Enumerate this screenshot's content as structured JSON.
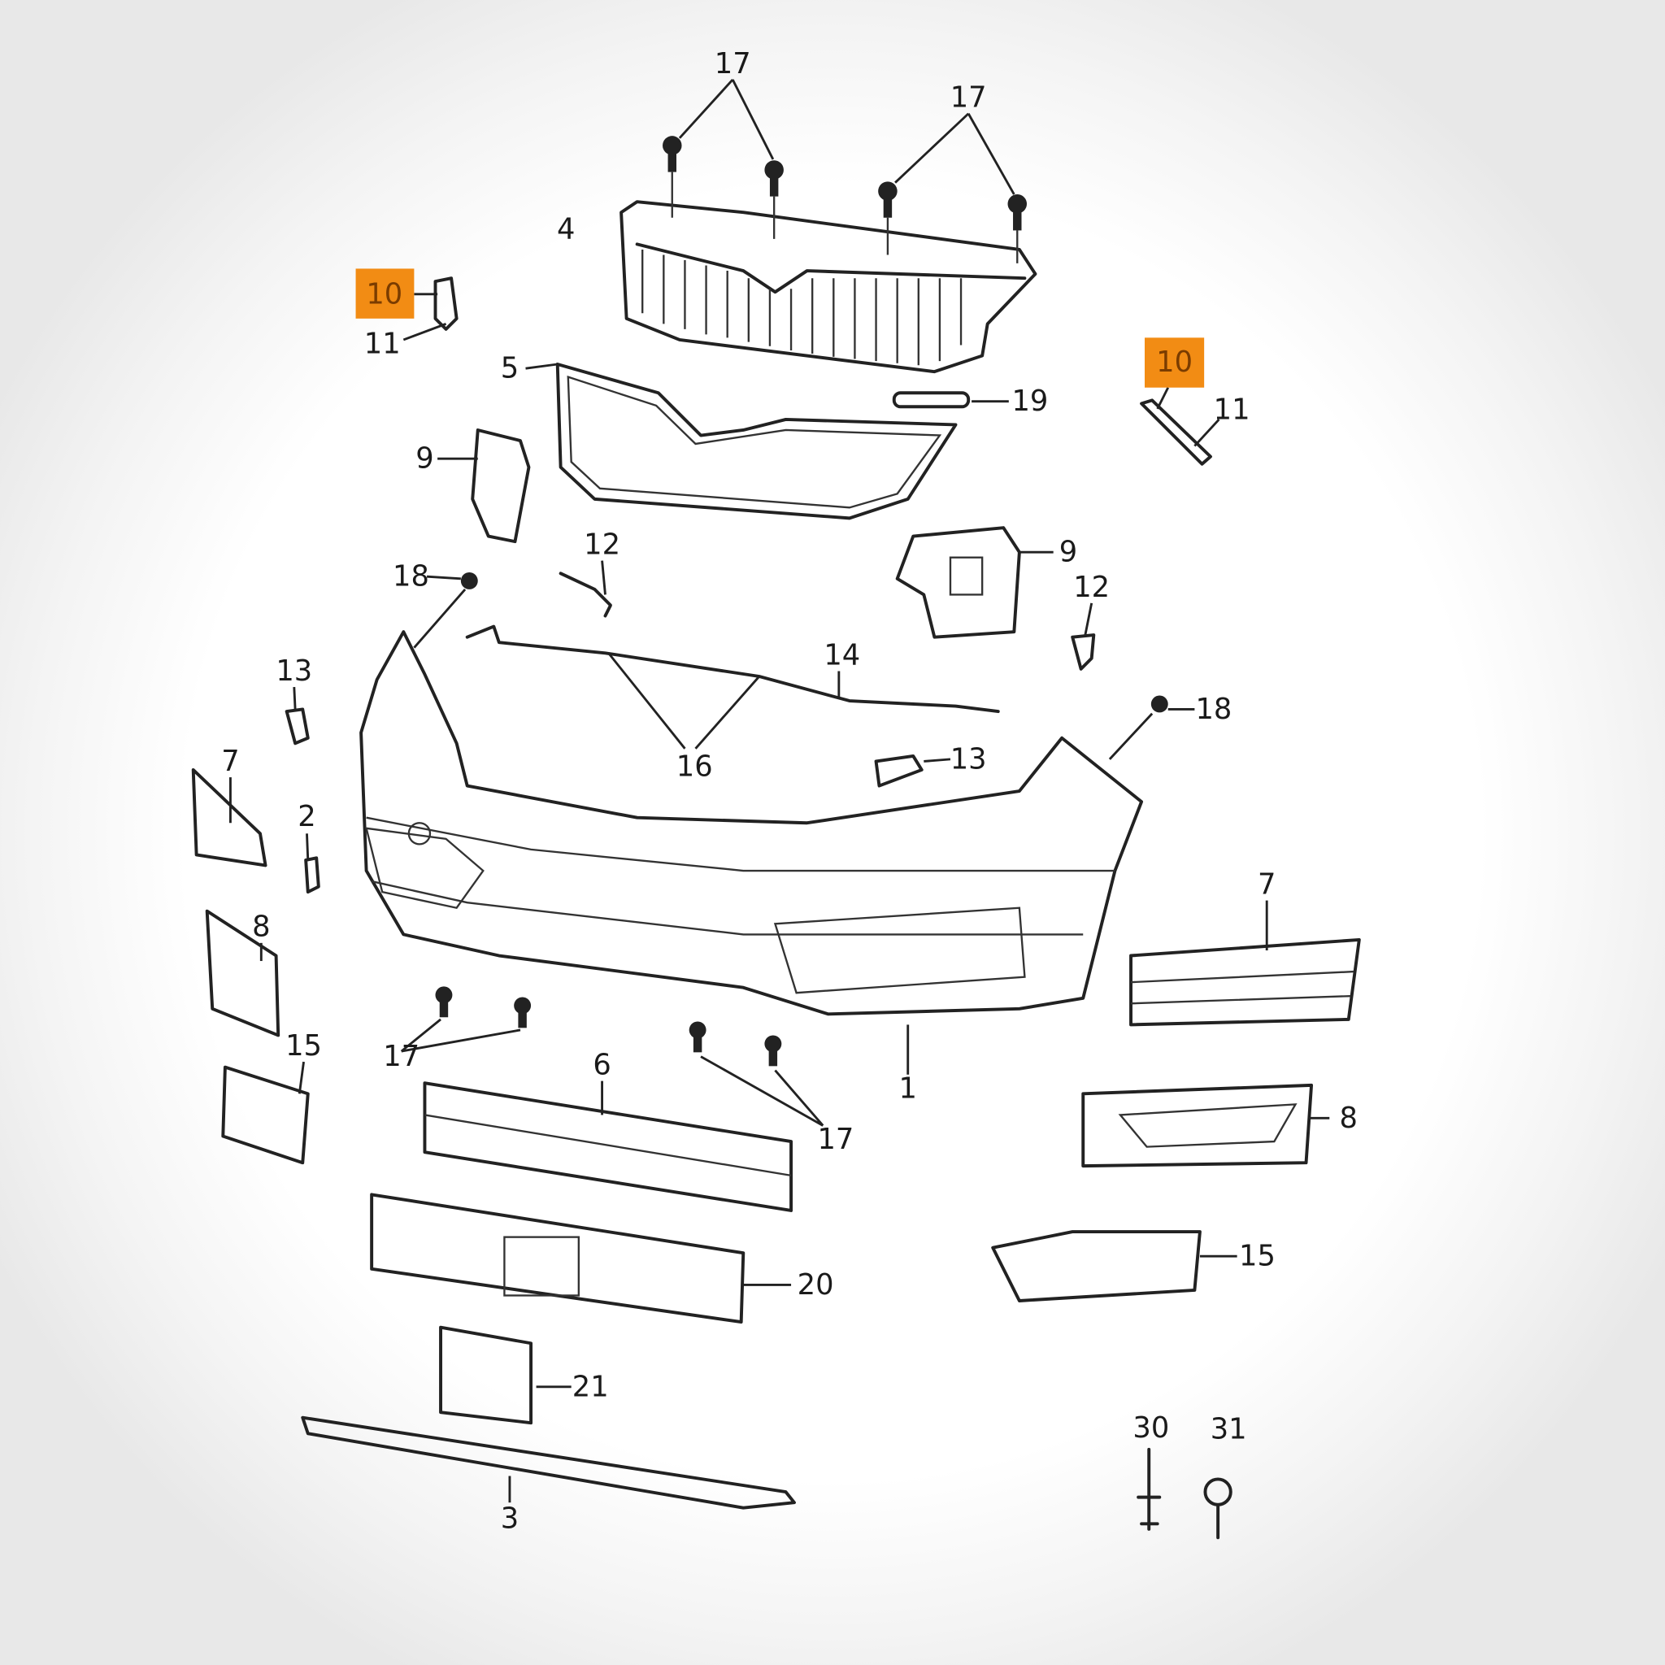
{
  "title": "Front bumper exploded parts diagram",
  "highlight_color": "#f28c14",
  "labels": {
    "l17a": "17",
    "l17b": "17",
    "l4": "4",
    "l10a": "10",
    "l11a": "11",
    "l5": "5",
    "l19": "19",
    "l10b": "10",
    "l11b": "11",
    "l9a": "9",
    "l9b": "9",
    "l12a": "12",
    "l12b": "12",
    "l18a": "18",
    "l14": "14",
    "l18b": "18",
    "l13a": "13",
    "l13b": "13",
    "l16": "16",
    "l7a": "7",
    "l2": "2",
    "l8a": "8",
    "l7b": "7",
    "l15a": "15",
    "l17c": "17",
    "l6": "6",
    "l17d": "17",
    "l1": "1",
    "l8b": "8",
    "l20": "20",
    "l15b": "15",
    "l21": "21",
    "l30": "30",
    "l31": "31",
    "l3": "3"
  }
}
